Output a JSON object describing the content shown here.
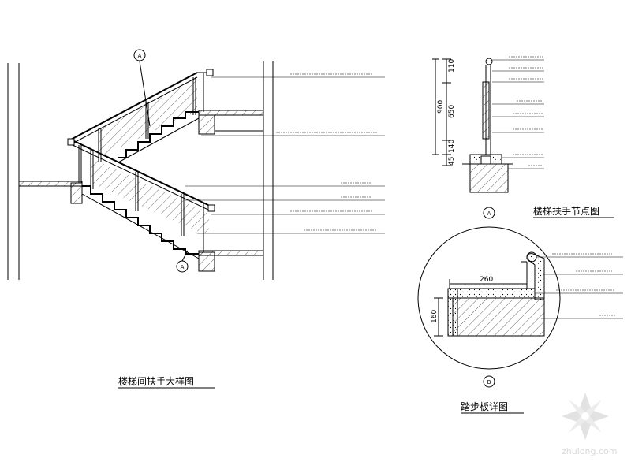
{
  "titles": {
    "elevation": "楼梯间扶手大样图",
    "handrail_node": "楼梯扶手节点图",
    "tread": "踏步板详图"
  },
  "callouts": {
    "tag_a": "A",
    "tag_b": "B"
  },
  "dimensions": {
    "d110": "110",
    "d650": "650",
    "d900": "900",
    "d140": "140",
    "d45": "45",
    "d260": "260",
    "d160": "160"
  },
  "watermark": {
    "text": "zhulong.com"
  }
}
